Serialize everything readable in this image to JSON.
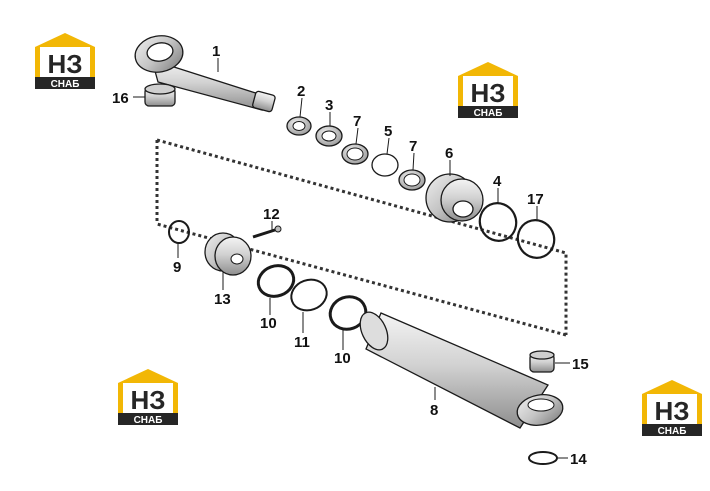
{
  "logo": {
    "mark": "НЗ",
    "caption": "СНАБ",
    "colors": {
      "yellow": "#f2b705",
      "dark": "#262626",
      "light": "#ffffff"
    }
  },
  "labels": {
    "rod": "1",
    "rod_bushing": "16",
    "seal_2": "2",
    "seal_3": "3",
    "ring_7a": "7",
    "ring_5": "5",
    "ring_7b": "7",
    "gland": "6",
    "oring_4": "4",
    "oring_17": "17",
    "oring_9": "9",
    "screw_12": "12",
    "piston": "13",
    "ring_10a": "10",
    "ring_11": "11",
    "ring_10b": "10",
    "barrel": "8",
    "barrel_bushing": "15",
    "circlip": "14"
  }
}
